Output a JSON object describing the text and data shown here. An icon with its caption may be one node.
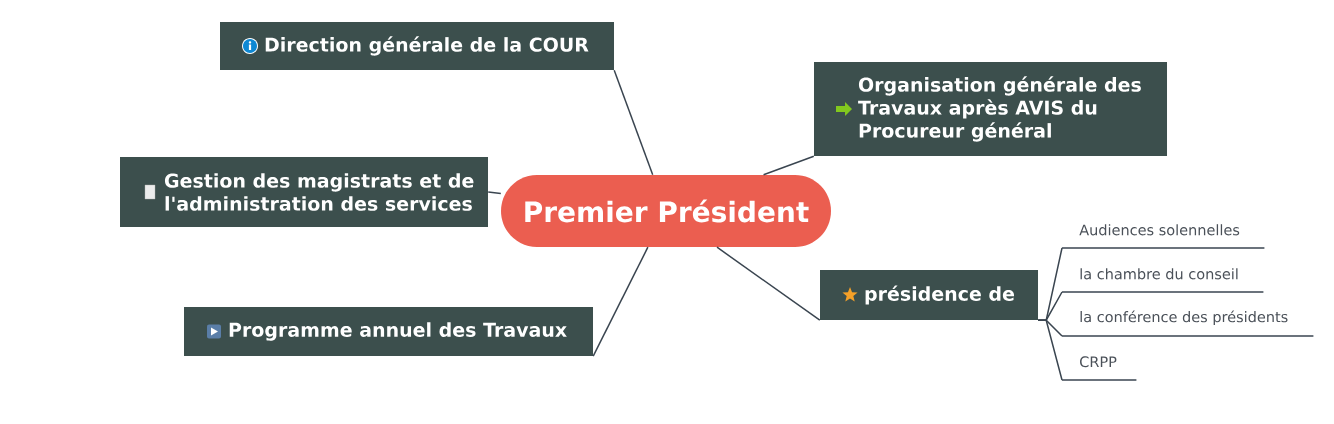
{
  "diagram": {
    "nodes": [
      {
        "text": [
          "Premier Président"
        ]
      },
      {
        "text": [
          "Direction générale de la COUR"
        ]
      },
      {
        "text": [
          "Gestion des magistrats et de l'administration des services"
        ]
      },
      {
        "text": [
          "Programme annuel des Travaux"
        ]
      },
      {
        "text": [
          "Organisation générale des Travaux après AVIS du Procureur général"
        ]
      },
      {
        "text": [
          "présidence de"
        ]
      },
      {
        "text": [
          "Audiences solennelles"
        ]
      },
      {
        "text": [
          "la chambre du conseil"
        ]
      },
      {
        "text": [
          "la conférence des présidents"
        ]
      },
      {
        "text": [
          "CRPP"
        ]
      }
    ],
    "edges": [
      {
        "from": 0,
        "to": 1,
        "arrow": "none"
      },
      {
        "from": 0,
        "to": 2,
        "arrow": "none"
      },
      {
        "from": 0,
        "to": 3,
        "arrow": "none"
      },
      {
        "from": 0,
        "to": 4,
        "arrow": "none"
      },
      {
        "from": 0,
        "to": 5,
        "arrow": "none"
      },
      {
        "from": 5,
        "to": 6,
        "arrow": "none"
      },
      {
        "from": 5,
        "to": 7,
        "arrow": "none"
      },
      {
        "from": 5,
        "to": 8,
        "arrow": "none"
      },
      {
        "from": 5,
        "to": 9,
        "arrow": "none"
      }
    ]
  }
}
